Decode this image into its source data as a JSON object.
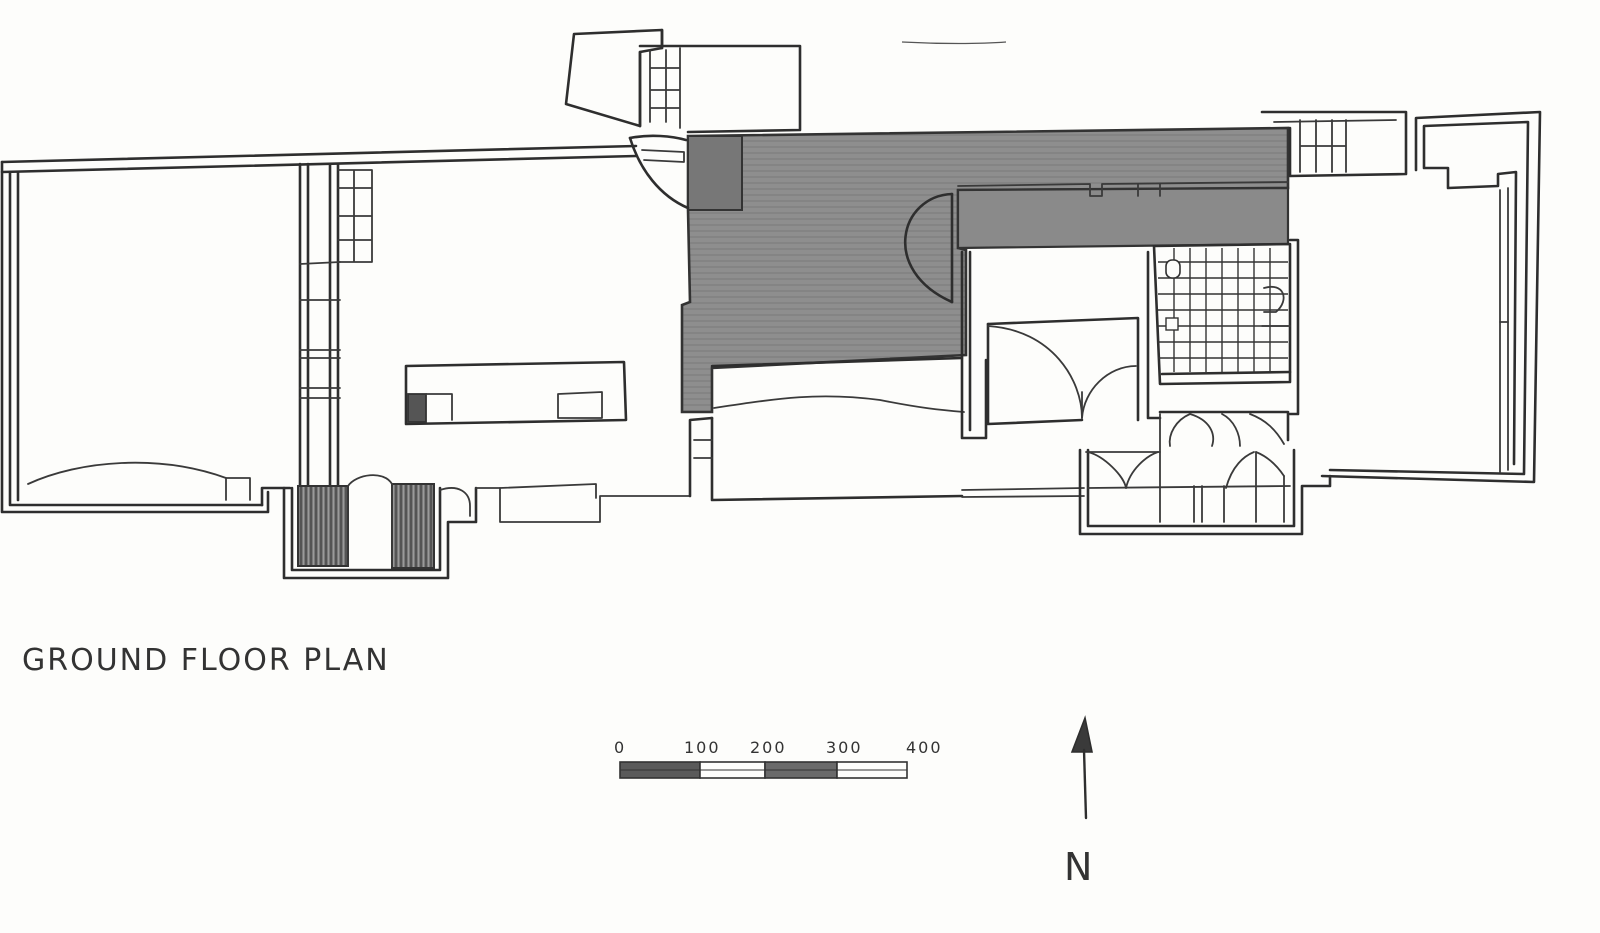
{
  "drawing": {
    "title": "GROUND FLOOR PLAN",
    "scale_labels": [
      "0",
      "100",
      "200",
      "300",
      "400"
    ],
    "north_label": "N"
  },
  "colors": {
    "paper": "#fdfdfb",
    "ink": "#2e2e2e",
    "shade_dark": "#6f6f6f",
    "shade_mid": "#8a8a8a",
    "shade_light": "#a0a0a0"
  }
}
